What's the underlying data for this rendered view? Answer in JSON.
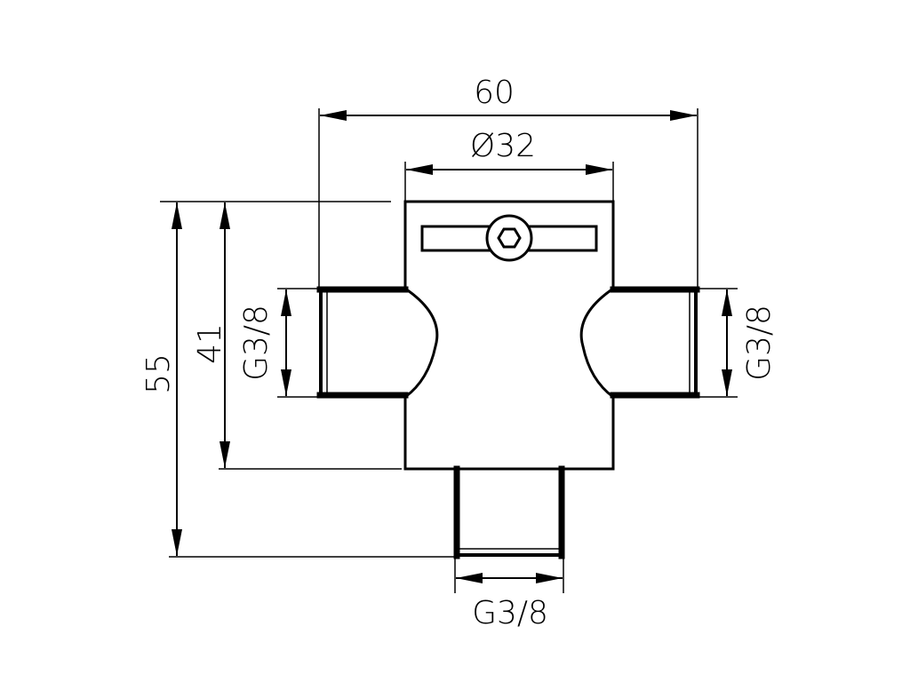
{
  "diagram": {
    "colors": {
      "stroke": "#000000",
      "background": "#ffffff"
    },
    "dimensions": {
      "overall_width": "60",
      "body_diameter": "Ø32",
      "overall_height": "55",
      "body_height": "41",
      "thread_left": "G3/8",
      "thread_right": "G3/8",
      "thread_bottom": "G3/8"
    },
    "features": {
      "handle": "hex-socket-handle-icon"
    }
  }
}
